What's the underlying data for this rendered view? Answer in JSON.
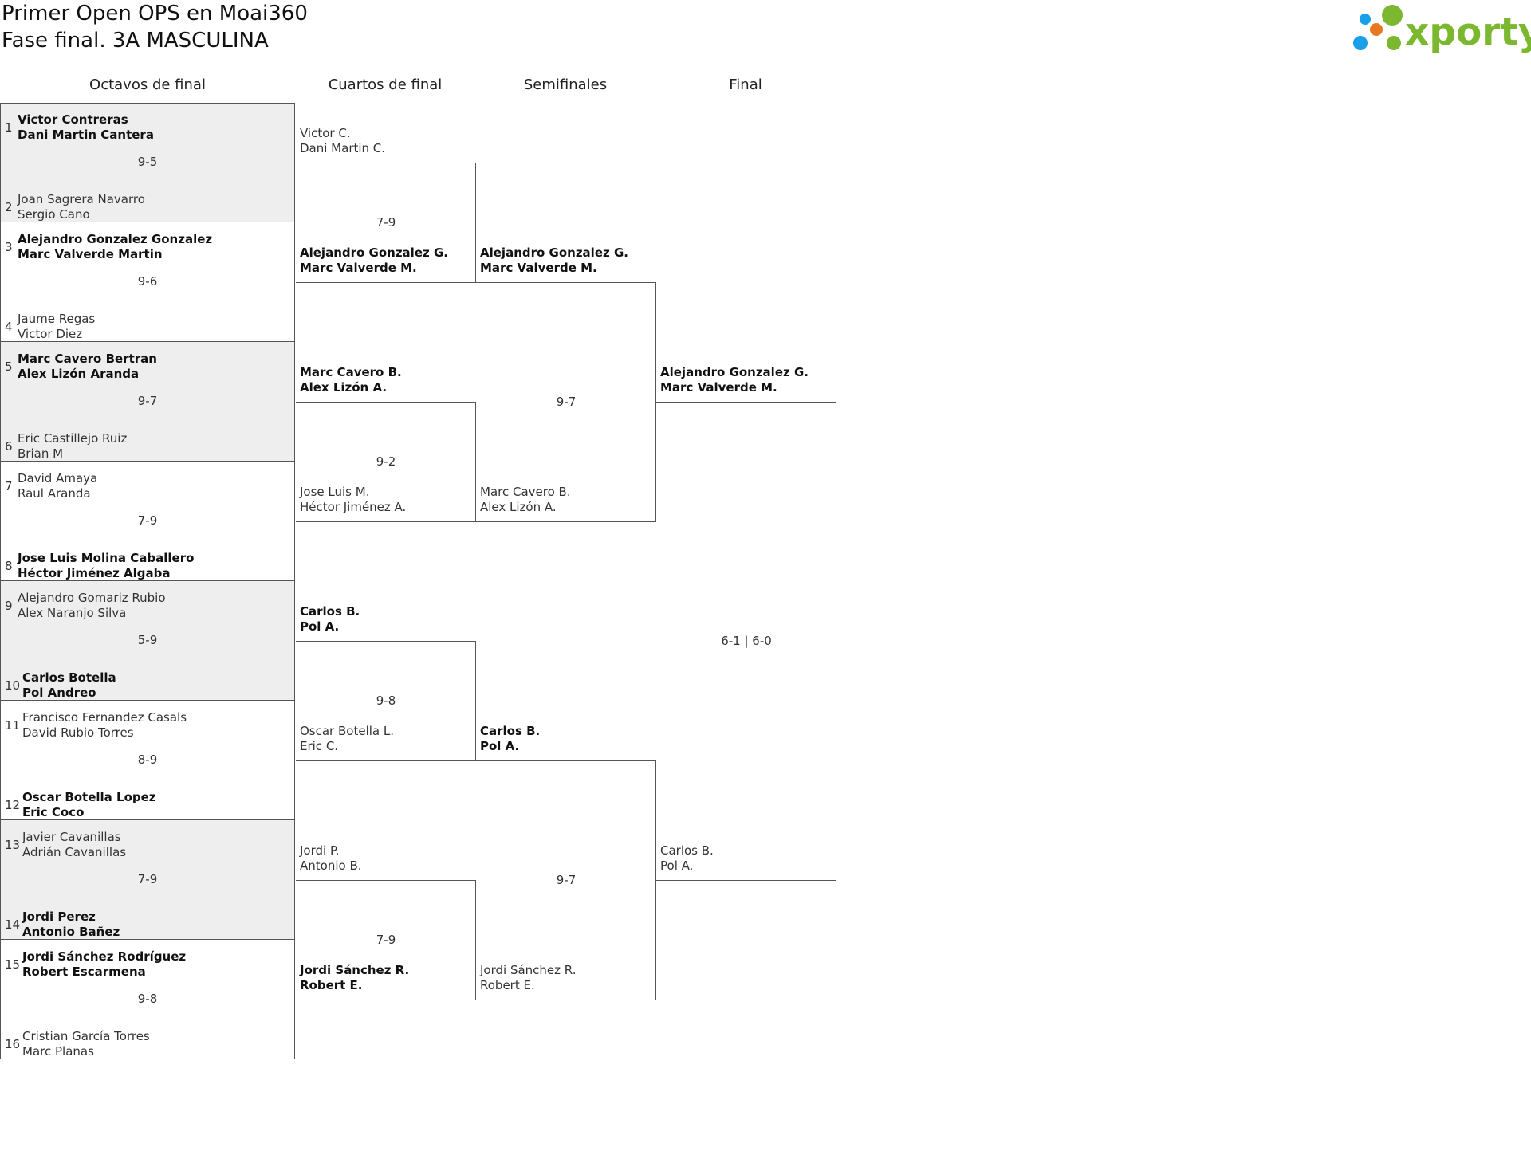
{
  "header": {
    "title": "Primer Open OPS en Moai360",
    "subtitle": "Fase final. 3A MASCULINA",
    "logo_text": "xporty"
  },
  "colors": {
    "logo_green": "#7cb82f",
    "logo_blue": "#1aa0e8",
    "logo_orange": "#e87722",
    "shade": "#eeeeee",
    "line": "#555555"
  },
  "rounds": [
    "Octavos de final",
    "Cuartos de final",
    "Semifinales",
    "Final"
  ],
  "octavos": {
    "seeds": [
      "1",
      "2",
      "3",
      "4",
      "5",
      "6",
      "7",
      "8",
      "9",
      "10",
      "11",
      "12",
      "13",
      "14",
      "15",
      "16"
    ],
    "teams": [
      [
        "Victor Contreras",
        "Dani Martin Cantera"
      ],
      [
        "Joan Sagrera Navarro",
        "Sergio Cano"
      ],
      [
        "Alejandro Gonzalez Gonzalez",
        "Marc Valverde Martin"
      ],
      [
        "Jaume Regas",
        "Victor Diez"
      ],
      [
        "Marc Cavero Bertran",
        "Alex Lizón Aranda"
      ],
      [
        "Eric Castillejo Ruiz",
        "Brian M"
      ],
      [
        "David Amaya",
        "Raul Aranda"
      ],
      [
        "Jose Luis Molina Caballero",
        "Héctor Jiménez Algaba"
      ],
      [
        "Alejandro Gomariz Rubio",
        "Alex Naranjo Silva"
      ],
      [
        "Carlos Botella",
        "Pol Andreo"
      ],
      [
        "Francisco Fernandez Casals",
        "David Rubio Torres"
      ],
      [
        "Oscar Botella Lopez",
        "Eric Coco"
      ],
      [
        "Javier Cavanillas",
        "Adrián Cavanillas"
      ],
      [
        "Jordi Perez",
        "Antonio Bañez"
      ],
      [
        "Jordi Sánchez Rodríguez",
        "Robert Escarmena"
      ],
      [
        "Cristian García Torres",
        "Marc Planas"
      ]
    ],
    "winner_flags": [
      true,
      false,
      true,
      false,
      true,
      false,
      false,
      true,
      false,
      true,
      false,
      true,
      false,
      true,
      true,
      false
    ],
    "scores": [
      "9-5",
      "9-6",
      "9-7",
      "7-9",
      "5-9",
      "8-9",
      "7-9",
      "9-8"
    ]
  },
  "cuartos": {
    "teams": [
      [
        "Victor C.",
        "Dani Martin C."
      ],
      [
        "Alejandro Gonzalez G.",
        "Marc Valverde M."
      ],
      [
        "Marc Cavero B.",
        "Alex Lizón A."
      ],
      [
        "Jose Luis M.",
        "Héctor Jiménez A."
      ],
      [
        "Carlos B.",
        "Pol A."
      ],
      [
        "Oscar Botella L.",
        "Eric C."
      ],
      [
        "Jordi P.",
        "Antonio B."
      ],
      [
        "Jordi Sánchez R.",
        "Robert E."
      ]
    ],
    "winner_flags": [
      false,
      true,
      true,
      false,
      true,
      false,
      false,
      true
    ],
    "scores": [
      "7-9",
      "9-2",
      "9-8",
      "7-9"
    ]
  },
  "semis": {
    "teams": [
      [
        "Alejandro Gonzalez G.",
        "Marc Valverde M."
      ],
      [
        "Marc Cavero B.",
        "Alex Lizón A."
      ],
      [
        "Carlos B.",
        "Pol A."
      ],
      [
        "Jordi Sánchez R.",
        "Robert E."
      ]
    ],
    "winner_flags": [
      true,
      false,
      true,
      false
    ],
    "scores": [
      "9-7",
      "9-7"
    ]
  },
  "final": {
    "teams": [
      [
        "Alejandro Gonzalez G.",
        "Marc Valverde M."
      ],
      [
        "Carlos B.",
        "Pol A."
      ]
    ],
    "winner_flags": [
      true,
      false
    ],
    "score": "6-1 | 6-0"
  }
}
